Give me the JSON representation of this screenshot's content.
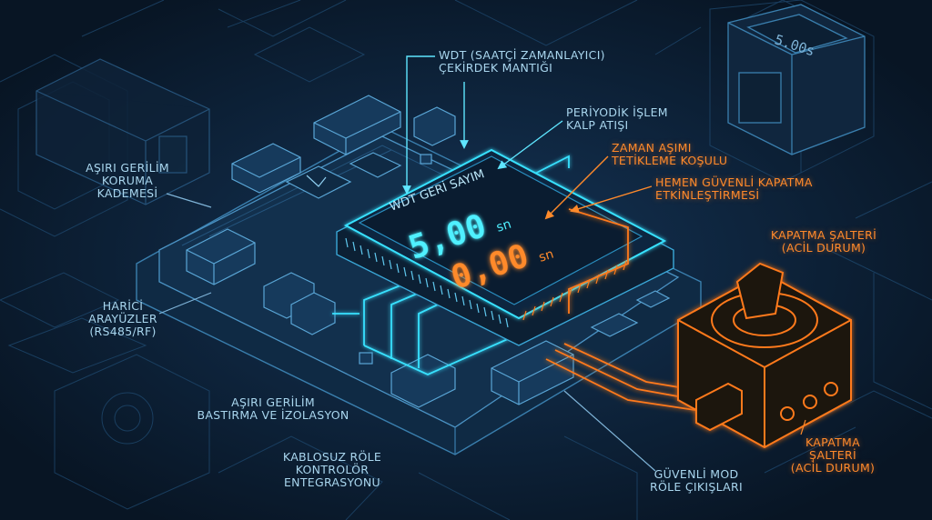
{
  "colors": {
    "background": "#0b1a2c",
    "line_blue": "#3a7fae",
    "glow_cyan": "#37e1ff",
    "glow_orange": "#ff7a1a",
    "label_blue": "#a9d6ee"
  },
  "display": {
    "title": "WDT GERİ SAYIM",
    "countdown_value": "5,00",
    "timeout_value": "0,00",
    "unit": "sn"
  },
  "background_device": {
    "readout": "5.00s"
  },
  "labels": {
    "wdt_core": [
      "WDT (SAATÇİ ZAMANLAYICI)",
      "ÇEKİRDEK MANTIĞI"
    ],
    "heartbeat": [
      "PERİYODİK İŞLEM",
      "KALP ATIŞI"
    ],
    "timeout": [
      "ZAMAN AŞIMI",
      "TETİKLEME KOŞULU"
    ],
    "shutdown": [
      "HEMEN GÜVENLİ KAPATMA",
      "ETKİNLEŞTİRMESİ"
    ],
    "kill_switch_top": [
      "KAPATMA ŞALTERİ",
      "(ACİL DURUM)"
    ],
    "overvoltage_stage": [
      "AŞIRI GERİLİM",
      "KORUMA",
      "KADEMESİ"
    ],
    "external_if": [
      "HARİCİ",
      "ARAYÜZLER",
      "(RS485/RF)"
    ],
    "suppression": [
      "AŞIRI GERİLİM",
      "BASTIRMA VE İZOLASYON"
    ],
    "wireless": [
      "KABLOSUZ RÖLE",
      "KONTROLÖR",
      "ENTEGRASYONU"
    ],
    "safe_mode": [
      "GÜVENLİ MOD",
      "RÖLE ÇIKIŞLARI"
    ],
    "kill_switch_bottom": [
      "KAPATMA",
      "ŞALTERİ",
      "(ACİL DURUM)"
    ]
  }
}
